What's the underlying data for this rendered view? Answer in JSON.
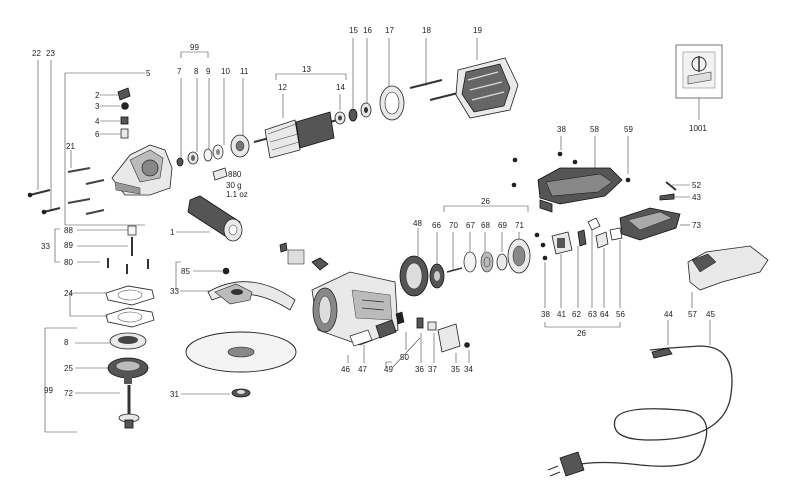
{
  "labels": {
    "l22": "22",
    "l23": "23",
    "l5": "5",
    "l99a": "99",
    "l7": "7",
    "l8": "8",
    "l9": "9",
    "l10": "10",
    "l11": "11",
    "l13": "13",
    "l12": "12",
    "l14": "14",
    "l15": "15",
    "l16": "16",
    "l17": "17",
    "l18": "18",
    "l19": "19",
    "l1001": "1001",
    "l2": "2",
    "l3": "3",
    "l4": "4",
    "l6": "6",
    "l21": "21",
    "l1": "1",
    "l880": "880",
    "l30g": "30 g",
    "l11oz": "1.1 oz",
    "l88": "88",
    "l33a": "33",
    "l89": "89",
    "l80": "80",
    "l24": "24",
    "l8b": "8",
    "l25": "25",
    "l99b": "99",
    "l72": "72",
    "l85": "85",
    "l33b": "33",
    "l31": "31",
    "l38a": "38",
    "l58": "58",
    "l59": "59",
    "l52": "52",
    "l43": "43",
    "l73": "73",
    "l26a": "26",
    "l48": "48",
    "l66": "66",
    "l70": "70",
    "l67": "67",
    "l68": "68",
    "l69": "69",
    "l71": "71",
    "l46": "46",
    "l47": "47",
    "l49": "49",
    "l50": "50",
    "l36": "36",
    "l37": "37",
    "l35": "35",
    "l34": "34",
    "l38b": "38",
    "l41": "41",
    "l62": "62",
    "l63": "63",
    "l64": "64",
    "l56": "56",
    "l26b": "26",
    "l44": "44",
    "l57": "57",
    "l45": "45"
  }
}
